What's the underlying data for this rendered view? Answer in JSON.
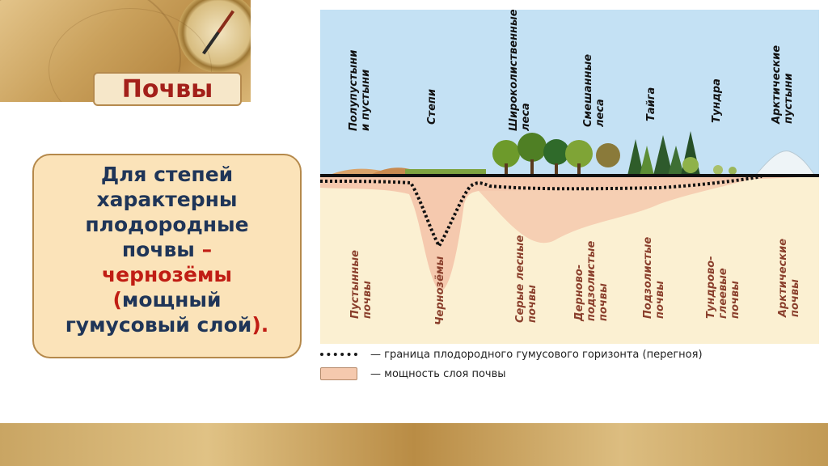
{
  "title": "Почвы",
  "textbox": {
    "line1": "Для степей",
    "line2": "характерны",
    "line3": "плодородные",
    "line4a": "почвы ",
    "line4b": "–",
    "line5": "чернозёмы",
    "line6a": "(",
    "line6b": "мощный",
    "line7a": "гумусовый слой",
    "line7b": ")."
  },
  "zones": [
    {
      "line1": "Полупустыни",
      "line2": "и пустыни"
    },
    {
      "line1": "Степи",
      "line2": ""
    },
    {
      "line1": "Широколиственные",
      "line2": "леса"
    },
    {
      "line1": "Смешанные",
      "line2": "леса"
    },
    {
      "line1": "Тайга",
      "line2": ""
    },
    {
      "line1": "Тундра",
      "line2": ""
    },
    {
      "line1": "Арктические",
      "line2": "пустыни"
    }
  ],
  "soils": [
    {
      "line1": "Пустынные",
      "line2": "почвы",
      "line3": ""
    },
    {
      "line1": "Чернозёмы",
      "line2": "",
      "line3": ""
    },
    {
      "line1": "Серые лесные",
      "line2": "почвы",
      "line3": ""
    },
    {
      "line1": "Дерново-",
      "line2": "подзолистые",
      "line3": "почвы"
    },
    {
      "line1": "Подзолистые",
      "line2": "почвы",
      "line3": ""
    },
    {
      "line1": "Тундрово-",
      "line2": "глеевые",
      "line3": "почвы"
    },
    {
      "line1": "Арктические",
      "line2": "почвы",
      "line3": ""
    }
  ],
  "legend": {
    "dashed": "— граница плодородного гумусового горизонта (перегноя)",
    "fill": "— мощность слоя почвы"
  },
  "colors": {
    "sky": "#c4e1f4",
    "ground": "#fbf0d2",
    "soil_layer": "#f5c9ae",
    "title_red": "#a3201a",
    "text_blue": "#1f3558"
  }
}
